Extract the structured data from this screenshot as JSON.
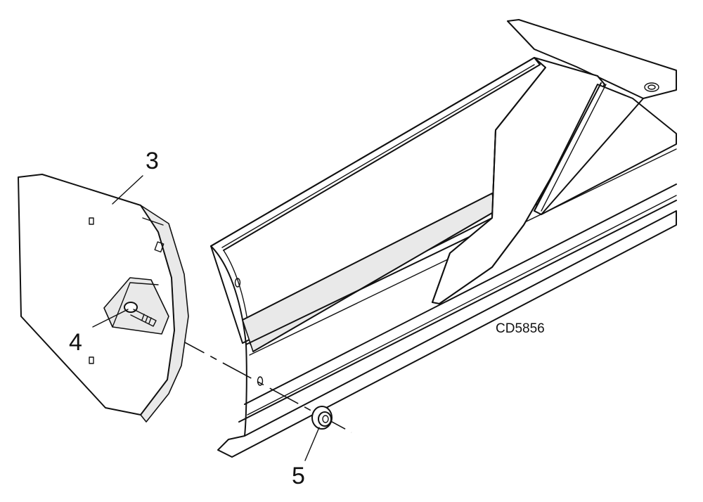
{
  "figure": {
    "callouts": [
      {
        "id": "3",
        "label": "3"
      },
      {
        "id": "4",
        "label": "4"
      },
      {
        "id": "5",
        "label": "5"
      }
    ],
    "drawing_code": "CD5856"
  }
}
